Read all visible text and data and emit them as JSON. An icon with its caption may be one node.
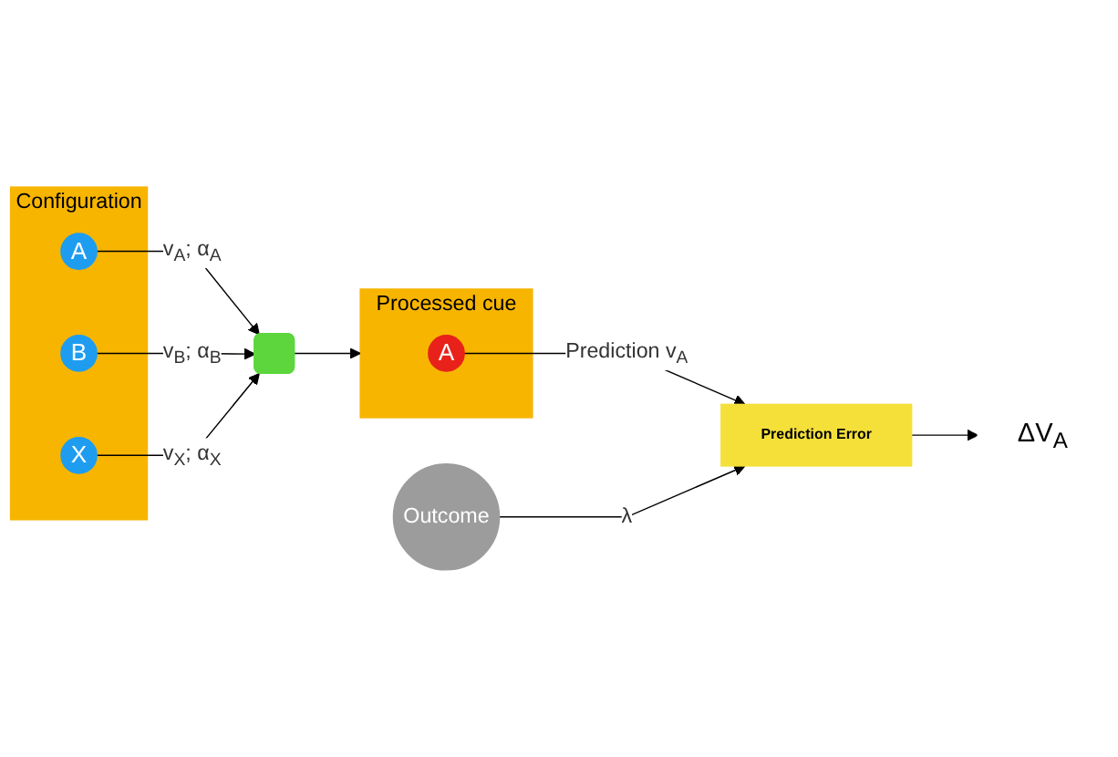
{
  "diagram": {
    "nodes": [
      {
        "text": [
          "Configuration"
        ]
      },
      {
        "text": [
          "A"
        ],
        "in": 0
      },
      {
        "text": [
          "B"
        ],
        "in": 0
      },
      {
        "text": [
          "X"
        ],
        "in": 0
      },
      {
        "text": [],
        "shape": "box"
      },
      {
        "text": [
          "Processed cue"
        ]
      },
      {
        "text": [
          "A"
        ],
        "in": 5
      },
      {
        "text": [
          "Outcome"
        ]
      },
      {
        "text": [
          "Prediction Error"
        ]
      },
      {
        "text": [
          "ΔV$_{A}$"
        ]
      }
    ],
    "edges": [
      {
        "from": 1,
        "to": 4,
        "arrow": "to",
        "label": "v$_{A}$; α$_{A}$"
      },
      {
        "from": 2,
        "to": 4,
        "arrow": "to",
        "label": "v$_{B}$; α$_{B}$"
      },
      {
        "from": 3,
        "to": 4,
        "arrow": "to",
        "label": "v$_{X}$; α$_{X}$"
      },
      {
        "from": 4,
        "to": 5,
        "arrow": "to"
      },
      {
        "from": 6,
        "to": 8,
        "arrow": "to",
        "label": "Prediction v$_{A}$"
      },
      {
        "from": 7,
        "to": 8,
        "arrow": "to",
        "label": "λ"
      },
      {
        "from": 8,
        "to": 9,
        "arrow": "to"
      }
    ]
  }
}
